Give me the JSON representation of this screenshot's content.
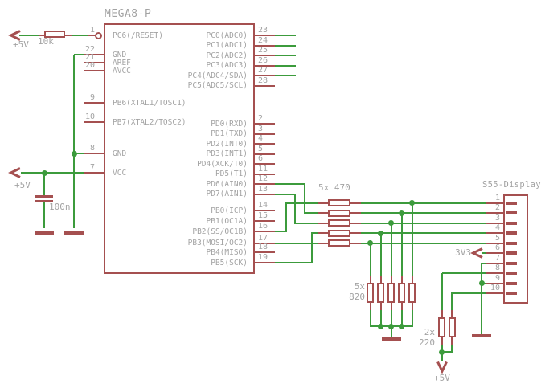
{
  "mcu": {
    "name": "MEGA8-P",
    "left_pins": [
      {
        "num": "1",
        "name": "PC6(/RESET)"
      },
      {
        "num": "22",
        "name": "GND"
      },
      {
        "num": "21",
        "name": "AREF"
      },
      {
        "num": "20",
        "name": "AVCC"
      },
      {
        "num": "9",
        "name": "PB6(XTAL1/TOSC1)"
      },
      {
        "num": "10",
        "name": "PB7(XTAL2/TOSC2)"
      },
      {
        "num": "8",
        "name": "GND"
      },
      {
        "num": "7",
        "name": "VCC"
      }
    ],
    "right_pins": [
      {
        "num": "23",
        "name": "PC0(ADC0)"
      },
      {
        "num": "24",
        "name": "PC1(ADC1)"
      },
      {
        "num": "25",
        "name": "PC2(ADC2)"
      },
      {
        "num": "26",
        "name": "PC3(ADC3)"
      },
      {
        "num": "27",
        "name": "PC4(ADC4/SDA)"
      },
      {
        "num": "28",
        "name": "PC5(ADC5/SCL)"
      },
      {
        "num": "2",
        "name": "PD0(RXD)"
      },
      {
        "num": "3",
        "name": "PD1(TXD)"
      },
      {
        "num": "4",
        "name": "PD2(INT0)"
      },
      {
        "num": "5",
        "name": "PD3(INT1)"
      },
      {
        "num": "6",
        "name": "PD4(XCK/T0)"
      },
      {
        "num": "11",
        "name": "PD5(T1)"
      },
      {
        "num": "12",
        "name": "PD6(AIN0)"
      },
      {
        "num": "13",
        "name": "PD7(AIN1)"
      },
      {
        "num": "14",
        "name": "PB0(ICP)"
      },
      {
        "num": "15",
        "name": "PB1(OC1A)"
      },
      {
        "num": "16",
        "name": "PB2(SS/OC1B)"
      },
      {
        "num": "17",
        "name": "PB3(MOSI/OC2)"
      },
      {
        "num": "18",
        "name": "PB4(MISO)"
      },
      {
        "num": "19",
        "name": "PB5(SCK)"
      }
    ]
  },
  "display": {
    "name": "S55-Display",
    "pin_numbers": [
      "1",
      "2",
      "3",
      "4",
      "5",
      "6",
      "7",
      "8",
      "9",
      "10"
    ]
  },
  "components": {
    "pullup_resistor_value": "10k",
    "decoupling_cap_value": "100n",
    "series_resistors_label": "5x 470",
    "pulldown_resistors_label_line1": "5x",
    "pulldown_resistors_label_line2": "820",
    "backlight_resistors_label_line1": "2x",
    "backlight_resistors_label_line2": "220"
  },
  "power": {
    "vcc_top": "+5V",
    "vcc_left": "+5V",
    "vcc_bottom": "+5V",
    "display_supply": "3V3"
  },
  "colors": {
    "symbol_red": "#a55050",
    "net_green": "#3c9b3c",
    "text_gray": "#a3a3a3",
    "background": "#ffffff"
  }
}
